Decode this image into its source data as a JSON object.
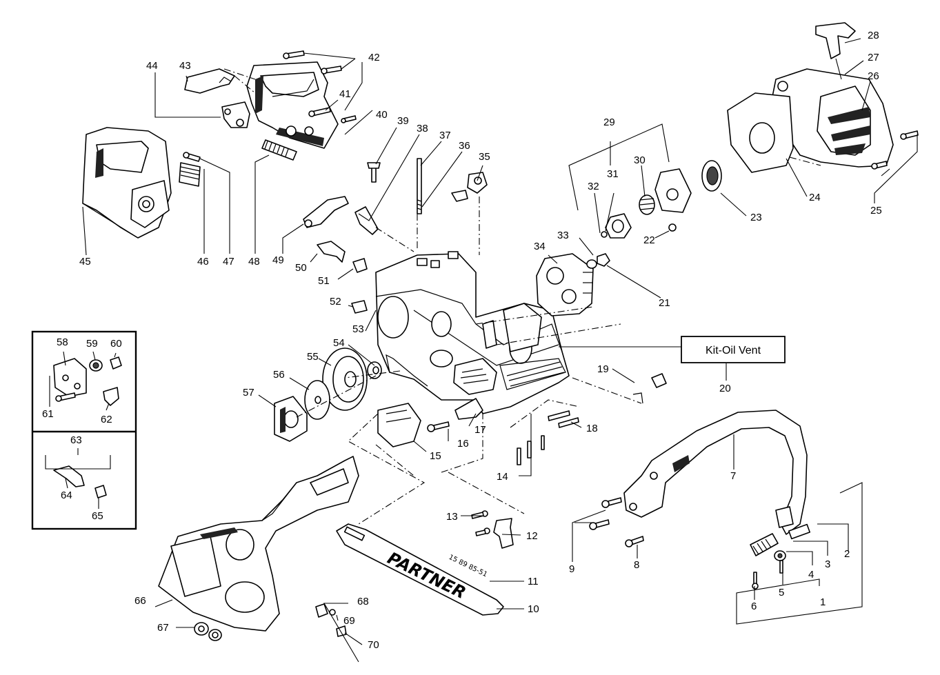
{
  "diagram": {
    "kit_label": "Kit-Oil Vent",
    "bar_logo": "PARTNER",
    "bar_code": "15 89 85-51",
    "labels": [
      "1",
      "2",
      "3",
      "4",
      "5",
      "6",
      "7",
      "8",
      "9",
      "10",
      "11",
      "12",
      "13",
      "14",
      "15",
      "16",
      "17",
      "18",
      "19",
      "20",
      "21",
      "22",
      "23",
      "24",
      "25",
      "26",
      "27",
      "28",
      "29",
      "30",
      "31",
      "32",
      "33",
      "34",
      "35",
      "36",
      "37",
      "38",
      "39",
      "40",
      "41",
      "42",
      "43",
      "44",
      "45",
      "46",
      "47",
      "48",
      "49",
      "50",
      "51",
      "52",
      "53",
      "54",
      "55",
      "56",
      "57",
      "58",
      "59",
      "60",
      "61",
      "62",
      "63",
      "64",
      "65",
      "66",
      "67",
      "68",
      "69",
      "70"
    ]
  }
}
